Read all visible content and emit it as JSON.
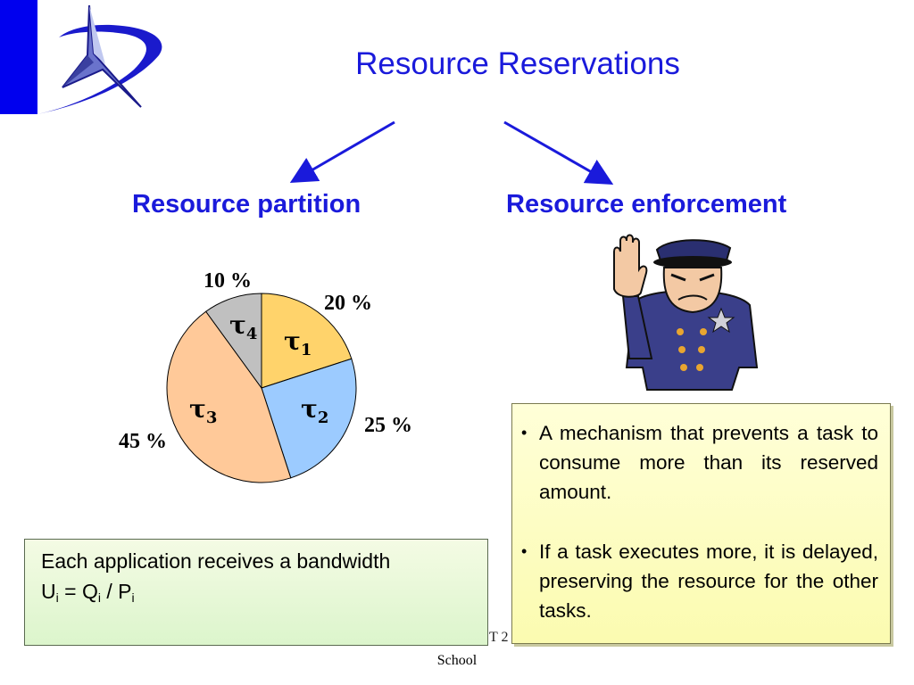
{
  "slide": {
    "title": "Resource Reservations",
    "left_heading": "Resource partition",
    "right_heading": "Resource enforcement",
    "accent_color": "#1a1adb"
  },
  "pie": {
    "slices": [
      {
        "task": "τ",
        "index": "1",
        "percent": 20,
        "label": "20 %",
        "color": "#ffd36b"
      },
      {
        "task": "τ",
        "index": "2",
        "percent": 25,
        "label": "25 %",
        "color": "#9ccbff"
      },
      {
        "task": "τ",
        "index": "3",
        "percent": 45,
        "label": "45 %",
        "color": "#ffc999"
      },
      {
        "task": "τ",
        "index": "4",
        "percent": 10,
        "label": "10 %",
        "color": "#c0c0c0"
      }
    ]
  },
  "enforcement_box": {
    "bullets": [
      "A mechanism that prevents a task to consume more than its reserved amount.",
      "If a task executes more, it is delayed, preserving the resource for the other tasks."
    ],
    "background": "#fbfbb0"
  },
  "bandwidth_box": {
    "line1": "Each application receives a bandwidth",
    "formula_u": "U",
    "formula_u_sub": "i",
    "formula_eq": " = Q",
    "formula_q_sub": "i",
    "formula_div": " / P",
    "formula_p_sub": "i",
    "background": "#dcf5cc"
  },
  "icons": {
    "logo": "star-swirl-logo-icon",
    "officer": "police-officer-stop-icon"
  },
  "footer": {
    "partial_text": "T 2",
    "text": "School"
  }
}
